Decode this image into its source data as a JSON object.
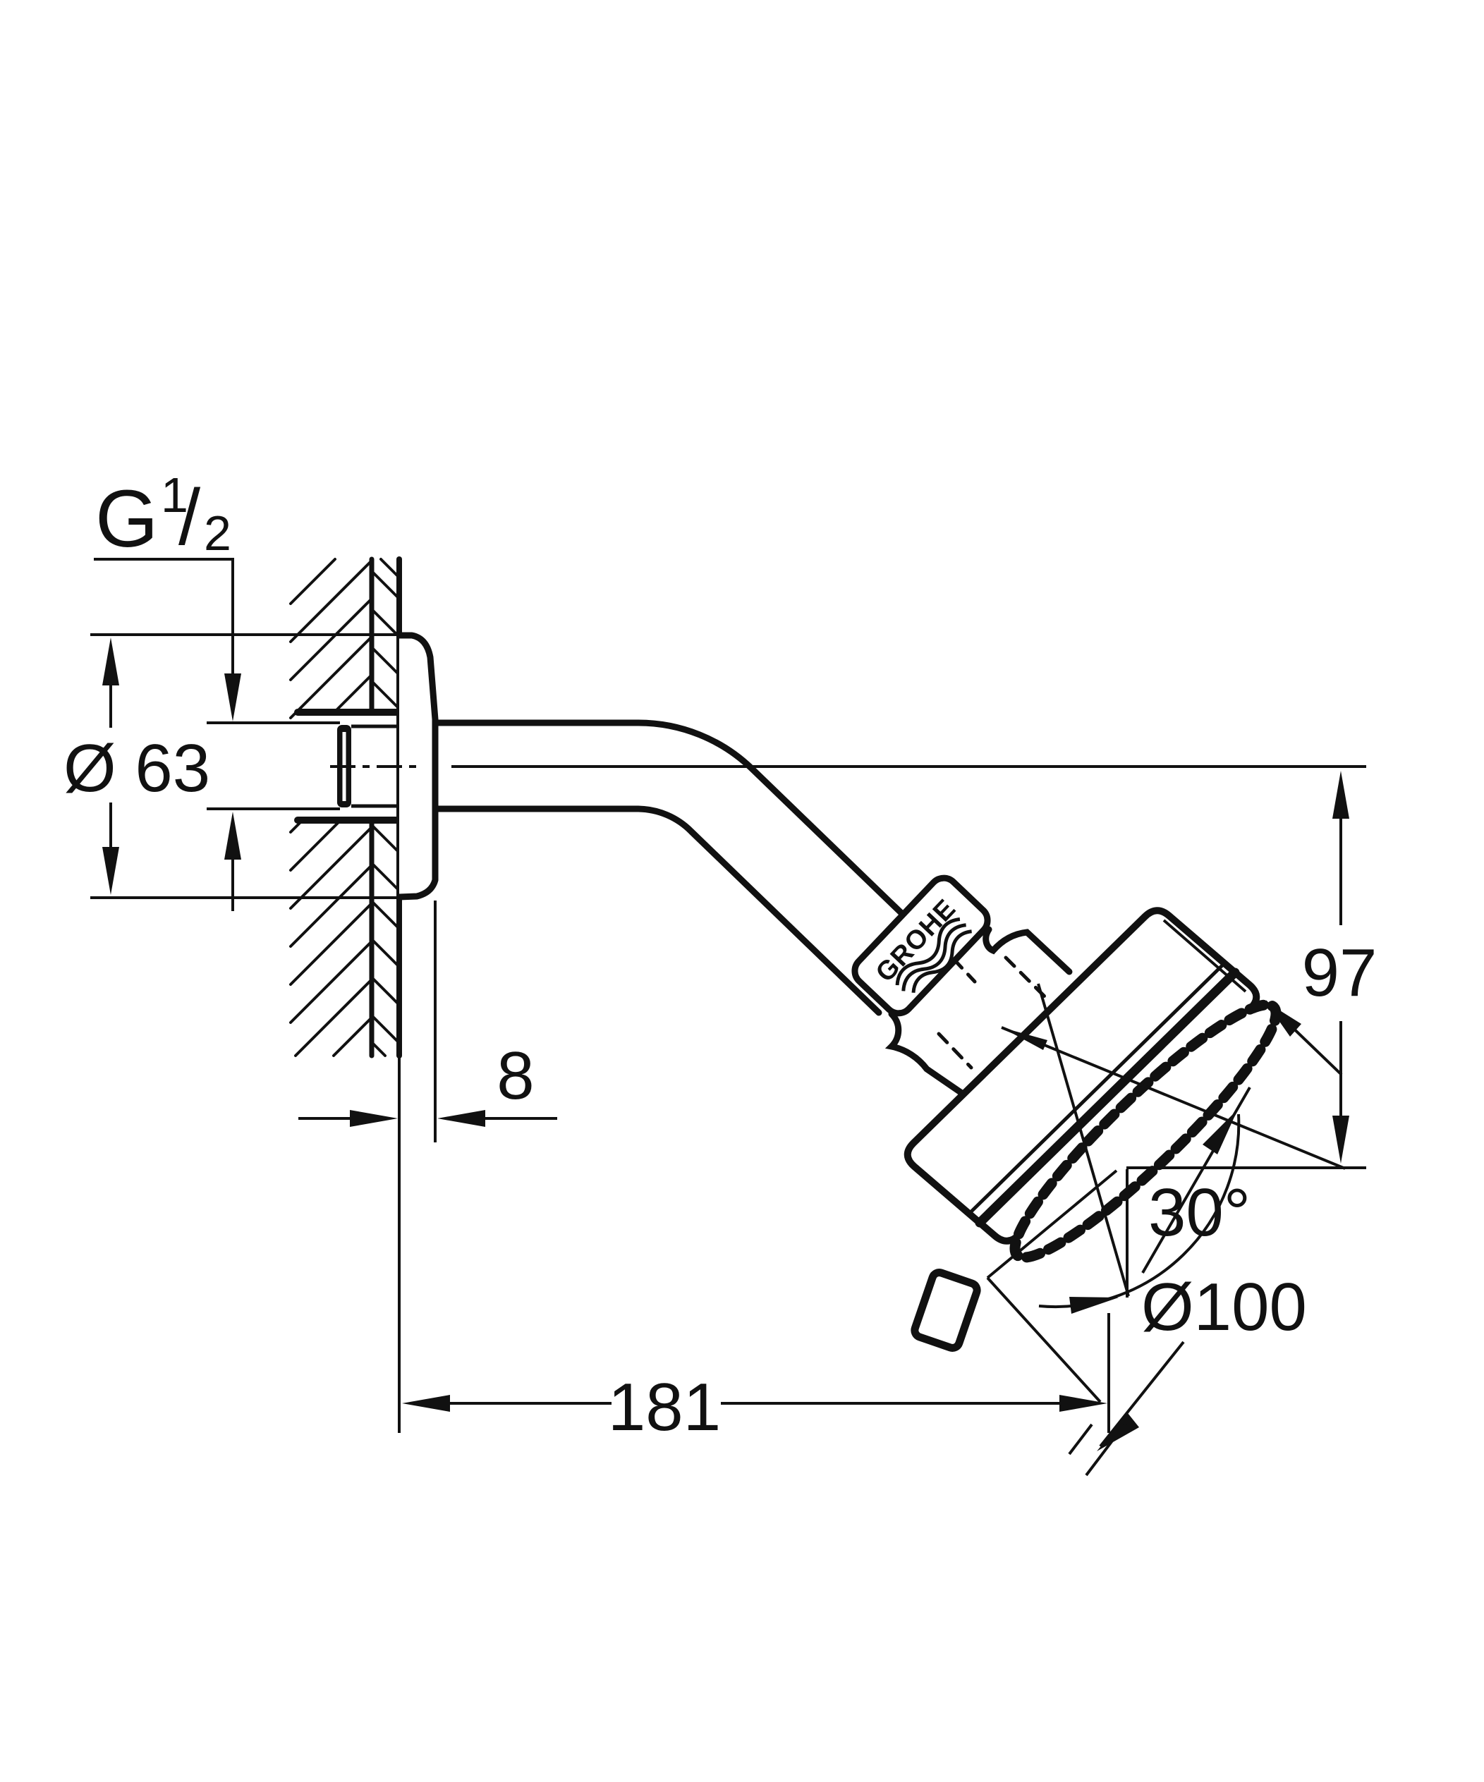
{
  "drawing": {
    "type": "technical-dimension-drawing",
    "product_logo": "GROHE",
    "labels": {
      "thread_base": "G",
      "thread_sup": "1",
      "thread_slash": "/",
      "thread_sub": "2"
    },
    "dimensions": {
      "flange_diameter": "Ø 63",
      "wall_offset": "8",
      "center_to_face_height": "97",
      "spray_angle": "30°",
      "head_diameter": "Ø100",
      "reach": "181"
    },
    "colors": {
      "line": "#111111",
      "background": "#ffffff"
    }
  }
}
